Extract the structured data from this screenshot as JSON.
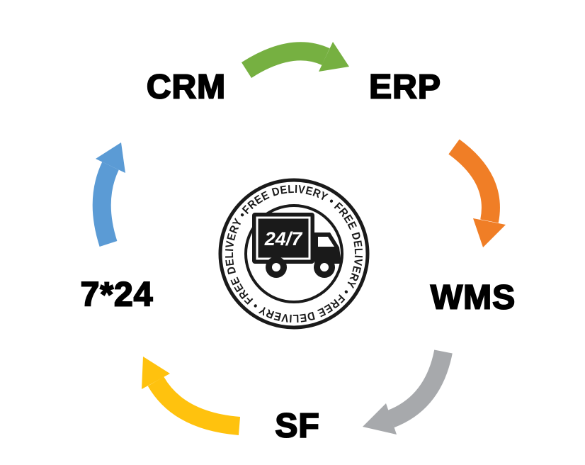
{
  "diagram": {
    "nodes": [
      {
        "id": "crm",
        "label": "CRM"
      },
      {
        "id": "erp",
        "label": "ERP"
      },
      {
        "id": "wms",
        "label": "WMS"
      },
      {
        "id": "sf",
        "label": "SF"
      },
      {
        "id": "7x24",
        "label": "7*24"
      }
    ],
    "arrows": [
      {
        "from": "CRM",
        "to": "ERP",
        "color": "#76b041"
      },
      {
        "from": "ERP",
        "to": "WMS",
        "color": "#f07e26"
      },
      {
        "from": "WMS",
        "to": "SF",
        "color": "#a7a9ac"
      },
      {
        "from": "SF",
        "to": "7*24",
        "color": "#ffc20e"
      },
      {
        "from": "7*24",
        "to": "CRM",
        "color": "#5b9bd5"
      }
    ],
    "badge": {
      "ring_text": "FREE DELIVERY • FREE DELIVERY • FREE DELIVERY • FREE DELIVERY • ",
      "truck_label": "24/7",
      "ink_color": "#1a1a1a"
    }
  }
}
